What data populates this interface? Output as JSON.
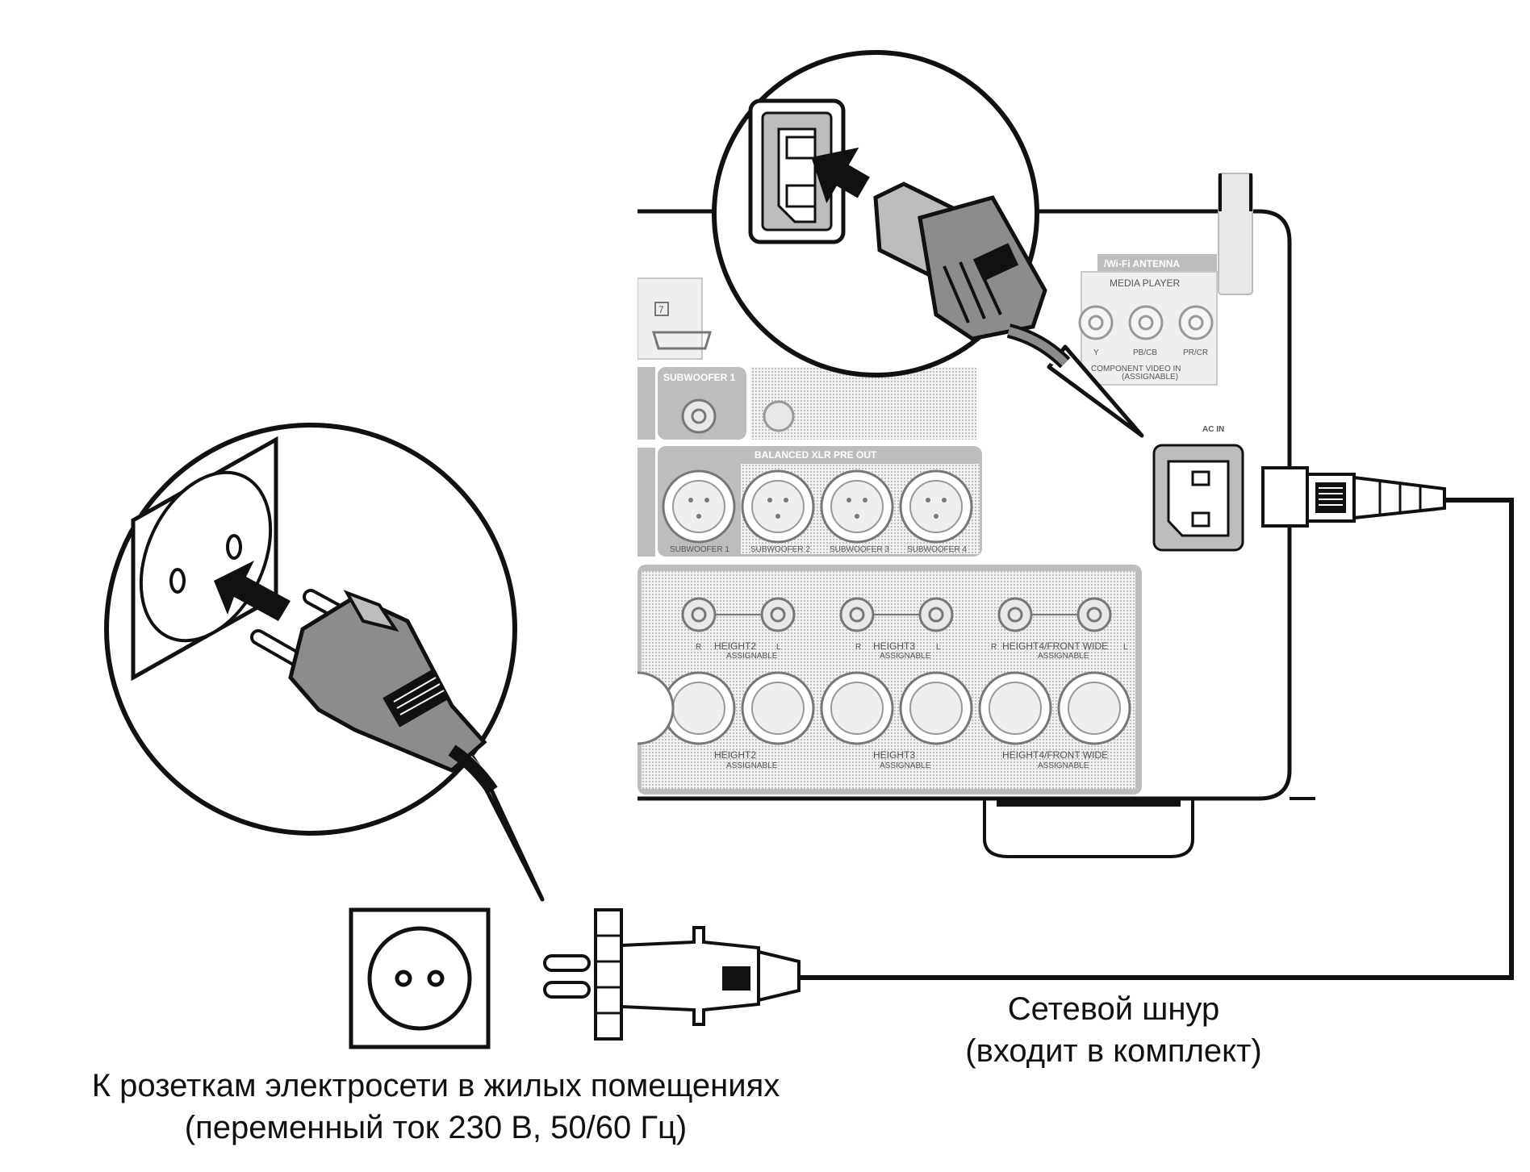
{
  "panel_labels": {
    "antenna": "/Wi-Fi ANTENNA",
    "media_player": "MEDIA PLAYER",
    "comp_y": "Y",
    "comp_pb": "PB/CB",
    "comp_pr": "PR/CR",
    "component_video_in": "COMPONENT VIDEO IN",
    "assignable_paren": "(ASSIGNABLE)",
    "hdmi_number": "7",
    "subwoofer1_top": "SUBWOOFER 1",
    "balanced_xlr": "BALANCED XLR PRE OUT",
    "xlr_sub1": "SUBWOOFER 1",
    "xlr_sub2": "SUBWOOFER 2",
    "xlr_sub3": "SUBWOOFER 3",
    "xlr_sub4": "SUBWOOFER 4",
    "height2": "HEIGHT2",
    "height3": "HEIGHT3",
    "height4": "HEIGHT4/FRONT WIDE",
    "assignable": "ASSIGNABLE",
    "ch_r": "R",
    "ch_l": "L",
    "ac_in": "AC IN"
  },
  "captions": {
    "cord_line1": "Сетевой шнур",
    "cord_line2": "(входит в комплект)",
    "outlet_line1": "К розеткам электросети в жилых помещениях",
    "outlet_line2": "(переменный ток 230 В, 50/60 Гц)"
  },
  "colors": {
    "line": "#111111",
    "panel_gray": "#bdbdbd",
    "panel_light": "#e6e6e6",
    "plug_gray": "#8c8c8c"
  }
}
